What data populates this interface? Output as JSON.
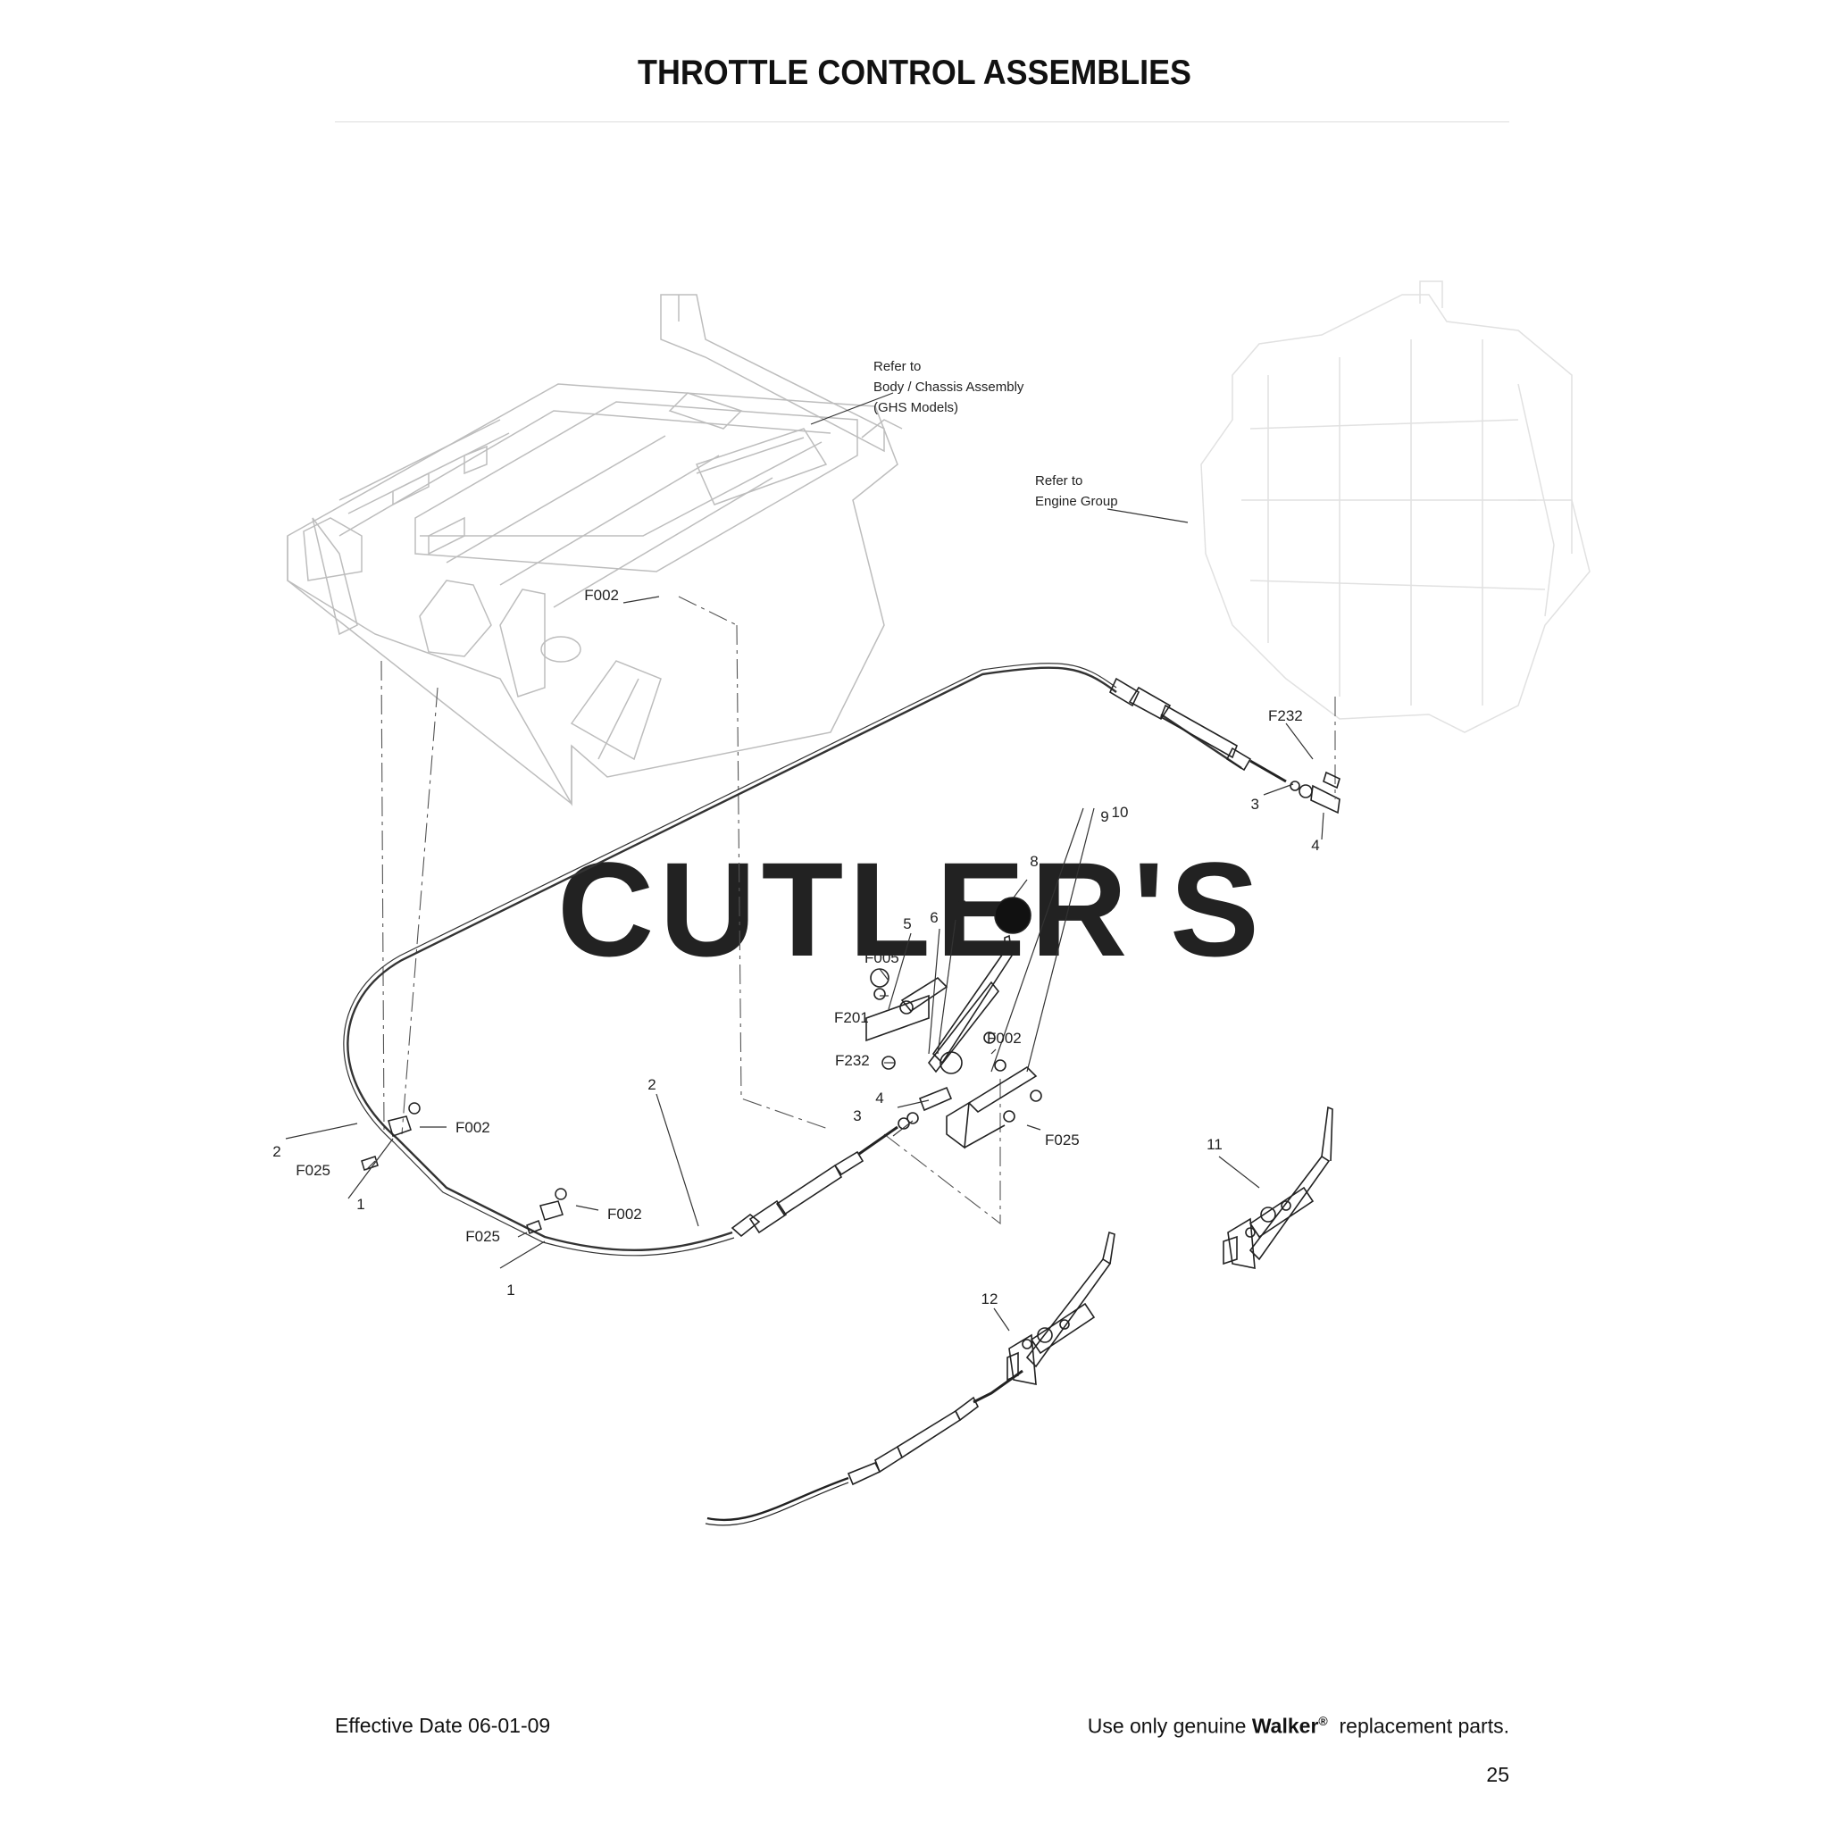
{
  "page": {
    "title": "THROTTLE CONTROL ASSEMBLIES",
    "page_number": "25"
  },
  "watermark": "CUTLER'S",
  "references": {
    "chassis": [
      "Refer to",
      "Body / Chassis Assembly",
      "(GHS Models)"
    ],
    "engine": [
      "Refer to",
      "Engine Group"
    ]
  },
  "callouts": {
    "c1a": "1",
    "c1b": "1",
    "c2a": "2",
    "c2b": "2",
    "c3a": "3",
    "c3b": "3",
    "c4a": "4",
    "c4b": "4",
    "c5": "5",
    "c6": "6",
    "c7": "7",
    "c8": "8",
    "c9": "9",
    "c10": "10",
    "c11": "11",
    "c12": "12",
    "f002a": "F002",
    "f002b": "F002",
    "f002c": "F002",
    "f002d": "F002",
    "f025a": "F025",
    "f025b": "F025",
    "f025c": "F025",
    "f005": "F005",
    "f201": "F201",
    "f232a": "F232",
    "f232b": "F232"
  },
  "footer": {
    "effective_date": "Effective Date 06-01-09",
    "notice_prefix": "Use only genuine",
    "brand": "Walker",
    "registered": "®",
    "notice_suffix": "replacement parts."
  }
}
